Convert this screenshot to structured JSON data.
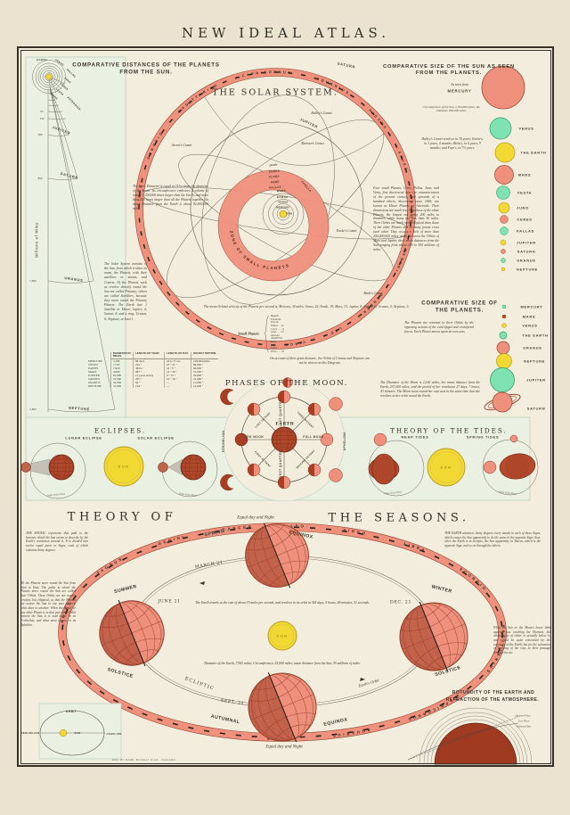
{
  "page": {
    "title": "NEW  IDEAL  ATLAS.",
    "imprint": "ENG. BY RAND, McNALLY & CO., CHICAGO."
  },
  "colors": {
    "salmon": "#ef907c",
    "yellow": "#f1d832",
    "green": "#7fe2b1",
    "dark_red": "#b04a2e",
    "band": "#f0917d",
    "ink": "#3a352c",
    "paper": "#f2eddc",
    "margin": "#ebe3d0",
    "panel": "#eaf0e2",
    "panel_border": "#b9d2c3"
  },
  "distances": {
    "title": "COMPARATIVE DISTANCES OF THE PLANETS",
    "title2": "FROM THE SUN.",
    "axis_label": "Millions of Miles",
    "ticks": [
      "95",
      "142",
      "480",
      "890",
      "1,800",
      "2,800"
    ],
    "fan": [
      "EARTH",
      "VENUS",
      "PALLAS",
      "JUNO",
      "CERES",
      "VESTA",
      "MARS",
      "ASTEROIDS"
    ],
    "planets": {
      "jupiter": "JUPITER",
      "saturn": "SATURN",
      "uranus": "URANUS",
      "neptune": "NEPTUNE"
    }
  },
  "solar": {
    "title": "THE  SOLAR  SYSTEM.",
    "zone": "ZONE  OF  SMALL  PLANETS",
    "zodiac": "LIBRA SCORPIO SAGITTARIUS CAPRICORNUS AQUARIUS PISCES ARIES TAURUS GEMINI CANCER LEO VIRGO",
    "sun": "SUN",
    "saturn": "SATURN",
    "jupiter": "JUPITER",
    "camilla": "CAMILLA",
    "orbits": [
      "MERCURY",
      "VENUS",
      "EARTH",
      "MARS",
      "PALLAS",
      "HEBE",
      "FLORA",
      "CERES",
      "JUNO"
    ],
    "comets": {
      "halley": "Halley's Comet",
      "arrest": "Arrest's Comet",
      "brorsen": "Brorsen's Comet",
      "encke": "Encke's Comet",
      "biela": "Biela's Comet"
    },
    "halley_note": "Halley's Comet revolves in 76 years; Encke's, in 3 years, 4 months; Biela's, in 6 years, 9 months; and Faye's, in 7½ years.",
    "sun_note": "The Sun's Diameter is equal to 111¼ times the diameter of the Earth. Its circumference embraces a volume of matter 1,300,000 times larger than the Earth, and more than 500 times larger than all the Planets together. Its mean Distance from the Earth is about 92,000,000 miles.",
    "system_note": "The Solar System consists of the Sun, from which it takes its name, the Planets, with their satellites or moons, and Comets. Of the Planets, such as revolve directly round the Sun are called Primary; others are called Satellites, because they move round the Primary Planets. The Earth has 1 Satellite or Moon; Jupiter, 4; Saturn, 8, and a ring; Uranus, 6; Neptune, at least 1.",
    "four_planets_note": "Four small Planets, Ceres, Pallas, Juno, and Vesta, first discovered near the commencement of the present century, and upwards of a hundred others, discovered since 1845, are known as Minor Planets or Asteroids. Their dimensions are much less than those of the other Planets, the largest not being 200 miles in diameter, while many are less than 50 miles. Their Orbits are much more elliptical than those of the other Planets and at many points cross each other. They occupy a belt of more than 200,000,000 miles width, between the Orbits of Mars and Jupiter, their mean distances from the Sun ranging from about 200 to 300 millions of miles.",
    "velocity_note": "The mean Orbital velocity of the Planets per second is, Mercury, 30 miles; Venus, 22; Earth, 19; Mars, 15; Jupiter, 8; Saturn, 6; Uranus, 4; Neptune, 3.",
    "uranus_note": "On account of their great distance, the Orbits of Uranus and Neptune can not be shown on this Diagram.",
    "small_label": "Small Planets",
    "small_planets": [
      "Hygeia",
      "Eunomia",
      "Psyche",
      "Pallas . . 11",
      "Ceres . . . 11",
      "Juno . . . 13",
      "Astraea",
      "Amphitrite",
      "Hebe",
      "Iris",
      "Flora",
      "Vesta . . . 16"
    ]
  },
  "sun_sizes": {
    "title": "COMPARATIVE SIZE OF THE SUN AS SEEN",
    "title2": "FROM THE PLANETS.",
    "as_seen_from": "As seen from",
    "mercury": "MERCURY",
    "circ_note": "Circumference of the Sun, 2,764,600 miles; the Diameter, 882,000 miles.",
    "items": [
      {
        "label": "VENUS"
      },
      {
        "label": "THE EARTH"
      },
      {
        "label": "MARS"
      },
      {
        "label": "VESTA"
      },
      {
        "label": "JUNO"
      },
      {
        "label": "CERES"
      },
      {
        "label": "PALLAS"
      },
      {
        "label": "JUPITER"
      },
      {
        "label": "SATURN"
      },
      {
        "label": "URANUS"
      },
      {
        "label": "NEPTUNE"
      }
    ]
  },
  "planet_sizes": {
    "title": "COMPARATIVE SIZE OF",
    "title2": "THE PLANETS.",
    "note": "The Planets are retained in their Orbits by the opposing actions of the centrifugal and centripetal forces. Each Planet moves upon its own axis.",
    "items": [
      {
        "label": "MERCURY"
      },
      {
        "label": "MARS"
      },
      {
        "label": "VENUS"
      },
      {
        "label": "THE EARTH"
      },
      {
        "label": "URANUS"
      },
      {
        "label": "NEPTUNE"
      },
      {
        "label": "JUPITER"
      },
      {
        "label": "SATURN"
      }
    ]
  },
  "planet_table": {
    "headers": [
      "DIAMETER IN MILES.",
      "LENGTH OF YEAR.",
      "LENGTH OF DAY.",
      "HOURLY MOTION."
    ],
    "rows": [
      {
        "name": "MERCURY",
        "diameter": "3,180",
        "year": "88 days",
        "day": "24 h. 5½ m.",
        "motion": "109,000 miles"
      },
      {
        "name": "VENUS",
        "diameter": "7,700",
        "year": "224  ″",
        "day": "23 ″ 21 ″",
        "motion": "80,000  ″"
      },
      {
        "name": "EARTH",
        "diameter": "7,926",
        "year": "365¼ ″",
        "day": "24 ″ 0 ″",
        "motion": "68,000  ″"
      },
      {
        "name": "MARS",
        "diameter": "4,000",
        "year": "687  ″",
        "day": "24 ″ 40 ″",
        "motion": "55,000  ″"
      },
      {
        "name": "JUPITER",
        "diameter": "85,000",
        "year": "12 years nearly",
        "day": "9 ″ 55 ″",
        "motion": "29,000  ″"
      },
      {
        "name": "SATURN",
        "diameter": "70,500",
        "year": "29½  ″",
        "day": "10 ″ 16 ″",
        "motion": "21,000  ″"
      },
      {
        "name": "URANUS",
        "diameter": "34,500",
        "year": "84  ″",
        "day": "—",
        "motion": "15,000  ″"
      },
      {
        "name": "NEPTUNE",
        "diameter": "37,000",
        "year": "164  ″",
        "day": "—",
        "motion": "12,000  ″"
      }
    ]
  },
  "moon": {
    "title": "PHASES OF",
    "title2": "THE MOON.",
    "earth": "EARTH",
    "new_moon": "NEW MOON",
    "full_moon": "FULL MOON",
    "first_quarter": "FIRST QUARTER",
    "last_quarter": "LAST QUARTER",
    "first_octant": "FIRST OCTANT",
    "second_octant": "SECOND OCTANT",
    "third_octant": "THIRD OCTANT",
    "last_octant": "LAST OCTANT",
    "perihelion": "PERIHELION",
    "aphelion": "APHELION",
    "note": "The Diameter of the Moon is 2,160 miles; her mean distance from the Earth, 237,000 miles; and the period of her revolution 27 days, 7 hours, 43 minutes. The Moon turns round her own axis in the same time that she revolves in her orbit round the Earth."
  },
  "eclipses": {
    "title": "ECLIPSES.",
    "lunar": "LUNAR ECLIPSE",
    "solar": "SOLAR ECLIPSE",
    "sun": "SUN",
    "orbit_label": "Orbit of the Moon"
  },
  "tides": {
    "title": "THEORY OF THE TIDES.",
    "neap": "NEAP TIDES",
    "spring": "SPRING TIDES",
    "sun": "SUN",
    "orbit_label": "Orbit of the Moon"
  },
  "seasons": {
    "title": "THEORY  OF",
    "title2": "THE  SEASONS.",
    "spring": "SPRING",
    "spring2": "EQUINOX",
    "summer": "SUMMER",
    "summer2": "SOLSTICE",
    "winter": "WINTER",
    "winter2": "SOLSTICE",
    "autumn": "AUTUMNAL",
    "autumn2": "EQUINOX",
    "march": "MARCH 21",
    "june": "JUNE 21",
    "dec": "DEC. 21",
    "sept": "SEPT. 21",
    "equal_top": "Equal day and Night",
    "equal_bottom": "Equal day and Night",
    "ecliptic": "ECLIPTIC",
    "earths_orbit": "Earth's Orbit",
    "sun": "SUN",
    "zodiac": "ARIES TAURUS GEMINI CANCER LEO VIRGO LIBRA SCORPIO SAGITTARIUS CAPRICORNUS AQUARIUS PISCES",
    "zodiac_note": "THE ZODIAC represents that path in the heavens which the Sun seems to describe by the Earth's revolution around it. It is divided into twelve equal parts or Signs, each of which contains thirty degrees.",
    "earth_advances_note": "THE EARTH advances thirty degrees every month in each of these Signs, which causes the Sun apparently to do the same in the opposite Sign; thus, when the Earth is in Scorpio, the Sun apparently in Taurus, which is the opposite Sign, and so on through the others.",
    "planets_move_note": "All the Planets move round the Sun from West to East. The paths in which the Planets move round the Sun are called their Orbits. These Orbits are not exactly circular, but elliptical, so that the Planets are nearer the Sun in one part of their orbit than in another. When the Earth or any other Planet is in that part of its Orbit nearest the Sun, it is said to be in its Perihelion; and when most remote, in its Aphelion.",
    "refraction_note": "When the Sun or the Moon's lower limb appears just touching the Horizon, the whole body of either is actually below it, and would be quite concealed by the convexity of the Earth, but for the refraction or bending of the rays in their passage through the air.",
    "earth_travels_note": "The Earth travels at the rate of about 19 miles per second, and revolves in its orbit in 365 days, 5 hours, 48 minutes, 51 seconds.",
    "diameter_note": "Diameter of the Earth, 7,902 miles; Circumference, 25,000 miles; mean distance from the Sun, 95 millions of miles."
  },
  "peri": {
    "orbit": "ORBIT",
    "perihelion": "PERIHELION",
    "aphelion": "APHELION",
    "sun": "SUN"
  },
  "rotundity": {
    "title": "ROTUNDITY OF THE EARTH AND",
    "title2": "REFRACTION OF THE ATMOSPHERE.",
    "apparent": "Apparent Place",
    "true_place": "True Place",
    "refracted": "Refracted Ray"
  }
}
